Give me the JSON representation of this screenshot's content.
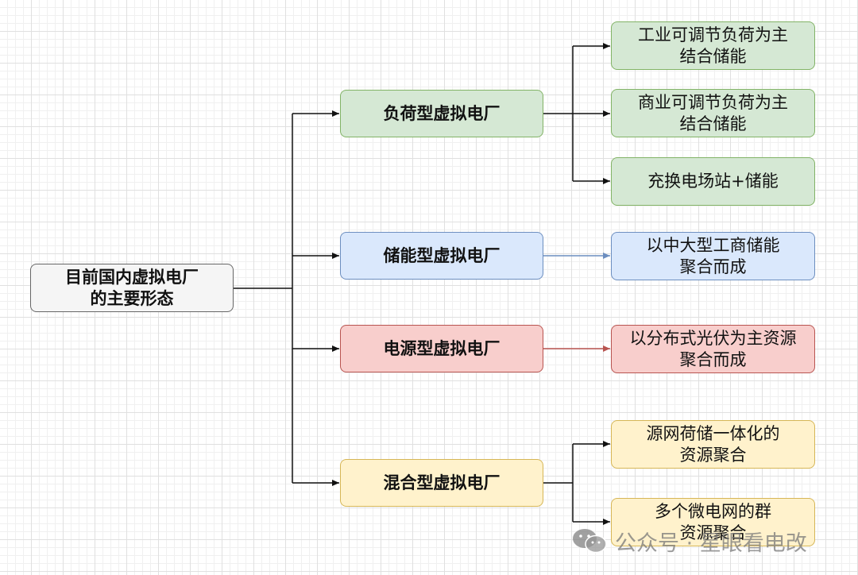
{
  "root": {
    "label": "目前国内虚拟电厂\n的主要形态"
  },
  "branches": [
    {
      "label": "负荷型虚拟电厂",
      "color": "#d5e8d4",
      "items": [
        "工业可调节负荷为主\n结合储能",
        "商业可调节负荷为主\n结合储能",
        "充换电场站+储能"
      ]
    },
    {
      "label": "储能型虚拟电厂",
      "color": "#dae8fc",
      "items": [
        "以中大型工商储能\n聚合而成"
      ]
    },
    {
      "label": "电源型虚拟电厂",
      "color": "#f8cecc",
      "items": [
        "以分布式光伏为主资源\n聚合而成"
      ]
    },
    {
      "label": "混合型虚拟电厂",
      "color": "#fff2cc",
      "items": [
        "源网荷储一体化的\n资源聚合",
        "多个微电网的群\n资源聚合"
      ]
    }
  ],
  "watermark": {
    "icon": "wechat-icon",
    "text": "公众号 · 星眼看电改"
  }
}
